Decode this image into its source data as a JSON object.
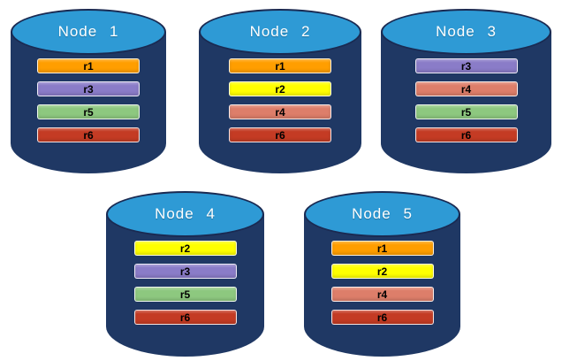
{
  "diagram": {
    "description": "Database nodes with replica distribution",
    "background_color": "#ffffff",
    "cylinder": {
      "body_color": "#1f3864",
      "top_color": "#2e9ad5",
      "top_border_color": "#1a2a52",
      "title_color": "#ffffff"
    },
    "replica_palette": {
      "r1": "#ff9e00",
      "r2": "#ffff00",
      "r3": "#8a7cc8",
      "r4": "#dd7e6a",
      "r5": "#8dc87f",
      "r6": "#c43b24"
    },
    "nodes": [
      {
        "name": "Node 1",
        "replicas": [
          {
            "id": "r1",
            "color": "#ff9e00"
          },
          {
            "id": "r3",
            "color": "#8a7cc8"
          },
          {
            "id": "r5",
            "color": "#8dc87f"
          },
          {
            "id": "r6",
            "color": "#c43b24"
          }
        ]
      },
      {
        "name": "Node 2",
        "replicas": [
          {
            "id": "r1",
            "color": "#ff9e00"
          },
          {
            "id": "r2",
            "color": "#ffff00"
          },
          {
            "id": "r4",
            "color": "#dd7e6a"
          },
          {
            "id": "r6",
            "color": "#c43b24"
          }
        ]
      },
      {
        "name": "Node 3",
        "replicas": [
          {
            "id": "r3",
            "color": "#8a7cc8"
          },
          {
            "id": "r4",
            "color": "#dd7e6a"
          },
          {
            "id": "r5",
            "color": "#8dc87f"
          },
          {
            "id": "r6",
            "color": "#c43b24"
          }
        ]
      },
      {
        "name": "Node 4",
        "replicas": [
          {
            "id": "r2",
            "color": "#ffff00"
          },
          {
            "id": "r3",
            "color": "#8a7cc8"
          },
          {
            "id": "r5",
            "color": "#8dc87f"
          },
          {
            "id": "r6",
            "color": "#c43b24"
          }
        ]
      },
      {
        "name": "Node 5",
        "replicas": [
          {
            "id": "r1",
            "color": "#ff9e00"
          },
          {
            "id": "r2",
            "color": "#ffff00"
          },
          {
            "id": "r4",
            "color": "#dd7e6a"
          },
          {
            "id": "r6",
            "color": "#c43b24"
          }
        ]
      }
    ]
  }
}
